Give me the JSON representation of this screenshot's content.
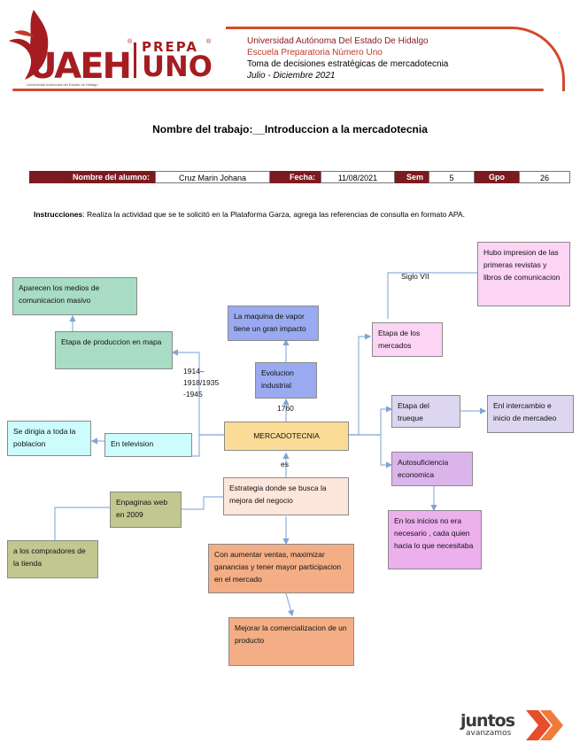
{
  "header": {
    "university": "Universidad Autónoma Del Estado De Hidalgo",
    "school": "Escuela Preparatoria Número Uno",
    "course": "Toma de decisiones estratégicas de mercadotecnia",
    "period": "Julio - Diciembre 2021",
    "logo_uaeh": "UAEH",
    "logo_prepa": "PREPA",
    "logo_uno": "UNO",
    "logo_subtitle": "Universidad Autónoma del Estado de Hidalgo",
    "registered_mark": "®"
  },
  "title": "Nombre del trabajo:__Introduccion a la mercadotecnia",
  "info": {
    "student_label": "Nombre del alumno:",
    "student_value": "Cruz Marin Johana",
    "date_label": "Fecha:",
    "date_value": "11/08/2021",
    "sem_label": "Sem",
    "sem_value": "5",
    "gpo_label": "Gpo",
    "gpo_value": "26"
  },
  "instructions": {
    "label": "Instrucciones",
    "text": ": Realiza la actividad que se te solicitó en la Plataforma Garza, agrega las referencias de consulta en formato  APA."
  },
  "diagram": {
    "center": "MERCADOTECNIA",
    "medios_masivos": "Aparecen los medios de comunicacion masivo",
    "etapa_produccion": "Etapa de produccion en mapa",
    "years_production": "1914–\n1918/1935\n-1945",
    "toda_poblacion": "Se dirigia a toda la poblacion",
    "television": "En television",
    "maquina_vapor": "La maquina de vapor tiene un gran impacto",
    "evolucion": "Evolucion industrial",
    "year_1760": "1760",
    "es_label": "es",
    "estrategia": "Estrategia donde se busca la mejora del negocio",
    "enpaginas": "Enpaginas web en 2009",
    "compradores": "a los compradores de la tienda",
    "aumentar": "Con aumentar ventas, maximizar ganancias y tener mayor participacion en el mercado",
    "mejorar": "Mejorar la comercializacion de un producto",
    "impresion": "Hubo impresion de las primeras revistas y libros de comunicacion",
    "siglo": "Siglo VII",
    "etapa_mercados": "Etapa de los mercados",
    "etapa_trueque": "Etapa del trueque",
    "intercambio": "Enl intercambio e inicio de mercadeo",
    "autosuficiencia": "Autosuficiencia economica",
    "inicios": "En los inicios no era necesario , cada quien hacia lo que necesitaba"
  },
  "footer": {
    "juntos": "juntos",
    "avanzamos": "avanzamos"
  },
  "colors": {
    "maroon": "#7b1b1f",
    "header_red": "#d24a2c",
    "green": "#a8dcc5",
    "cyan": "#ccfcfc",
    "blue": "#9aaaf0",
    "orange": "#f4ae85",
    "olive": "#c2c78f",
    "pink": "#fcd4f4",
    "lavender": "#dcd6f0",
    "purple": "#dcb4ec",
    "yellow": "#fbdc96"
  }
}
